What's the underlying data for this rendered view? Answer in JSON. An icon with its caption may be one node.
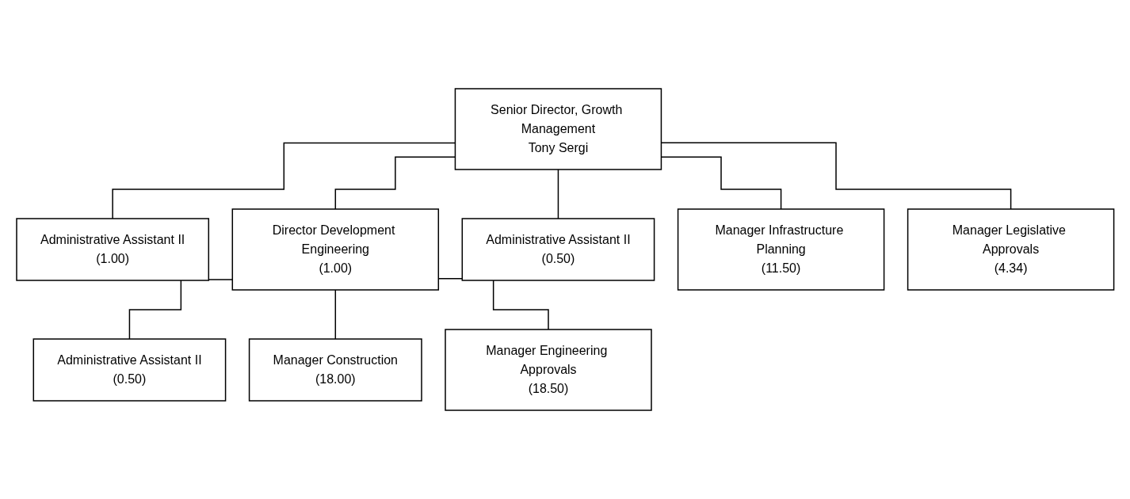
{
  "diagram": {
    "nodes": [
      {
        "text": [
          "Senior Director, Growth Management",
          "Tony Sergi"
        ]
      },
      {
        "text": [
          "Administrative Assistant II",
          "(1.00)"
        ]
      },
      {
        "text": [
          "Director Development Engineering",
          "(1.00)"
        ]
      },
      {
        "text": [
          "Administrative Assistant II",
          "(0.50)"
        ]
      },
      {
        "text": [
          "Manager Construction",
          "(18.00)"
        ]
      },
      {
        "text": [
          "Manager Engineering Approvals",
          "(18.50)"
        ]
      },
      {
        "text": [
          "Administrative Assistant II",
          "(0.50)"
        ]
      },
      {
        "text": [
          "Manager Infrastructure Planning",
          "(11.50)"
        ]
      },
      {
        "text": [
          "Manager Legislative Approvals",
          "(4.34)"
        ]
      }
    ],
    "edges": [
      {
        "from": 0,
        "to": 1,
        "arrow": "none"
      },
      {
        "from": 0,
        "to": 2,
        "arrow": "none"
      },
      {
        "from": 2,
        "to": 3,
        "arrow": "none"
      },
      {
        "from": 2,
        "to": 4,
        "arrow": "none"
      },
      {
        "from": 2,
        "to": 5,
        "arrow": "none"
      },
      {
        "from": 0,
        "to": 6,
        "arrow": "none"
      },
      {
        "from": 0,
        "to": 7,
        "arrow": "none"
      },
      {
        "from": 0,
        "to": 8,
        "arrow": "none"
      }
    ]
  }
}
